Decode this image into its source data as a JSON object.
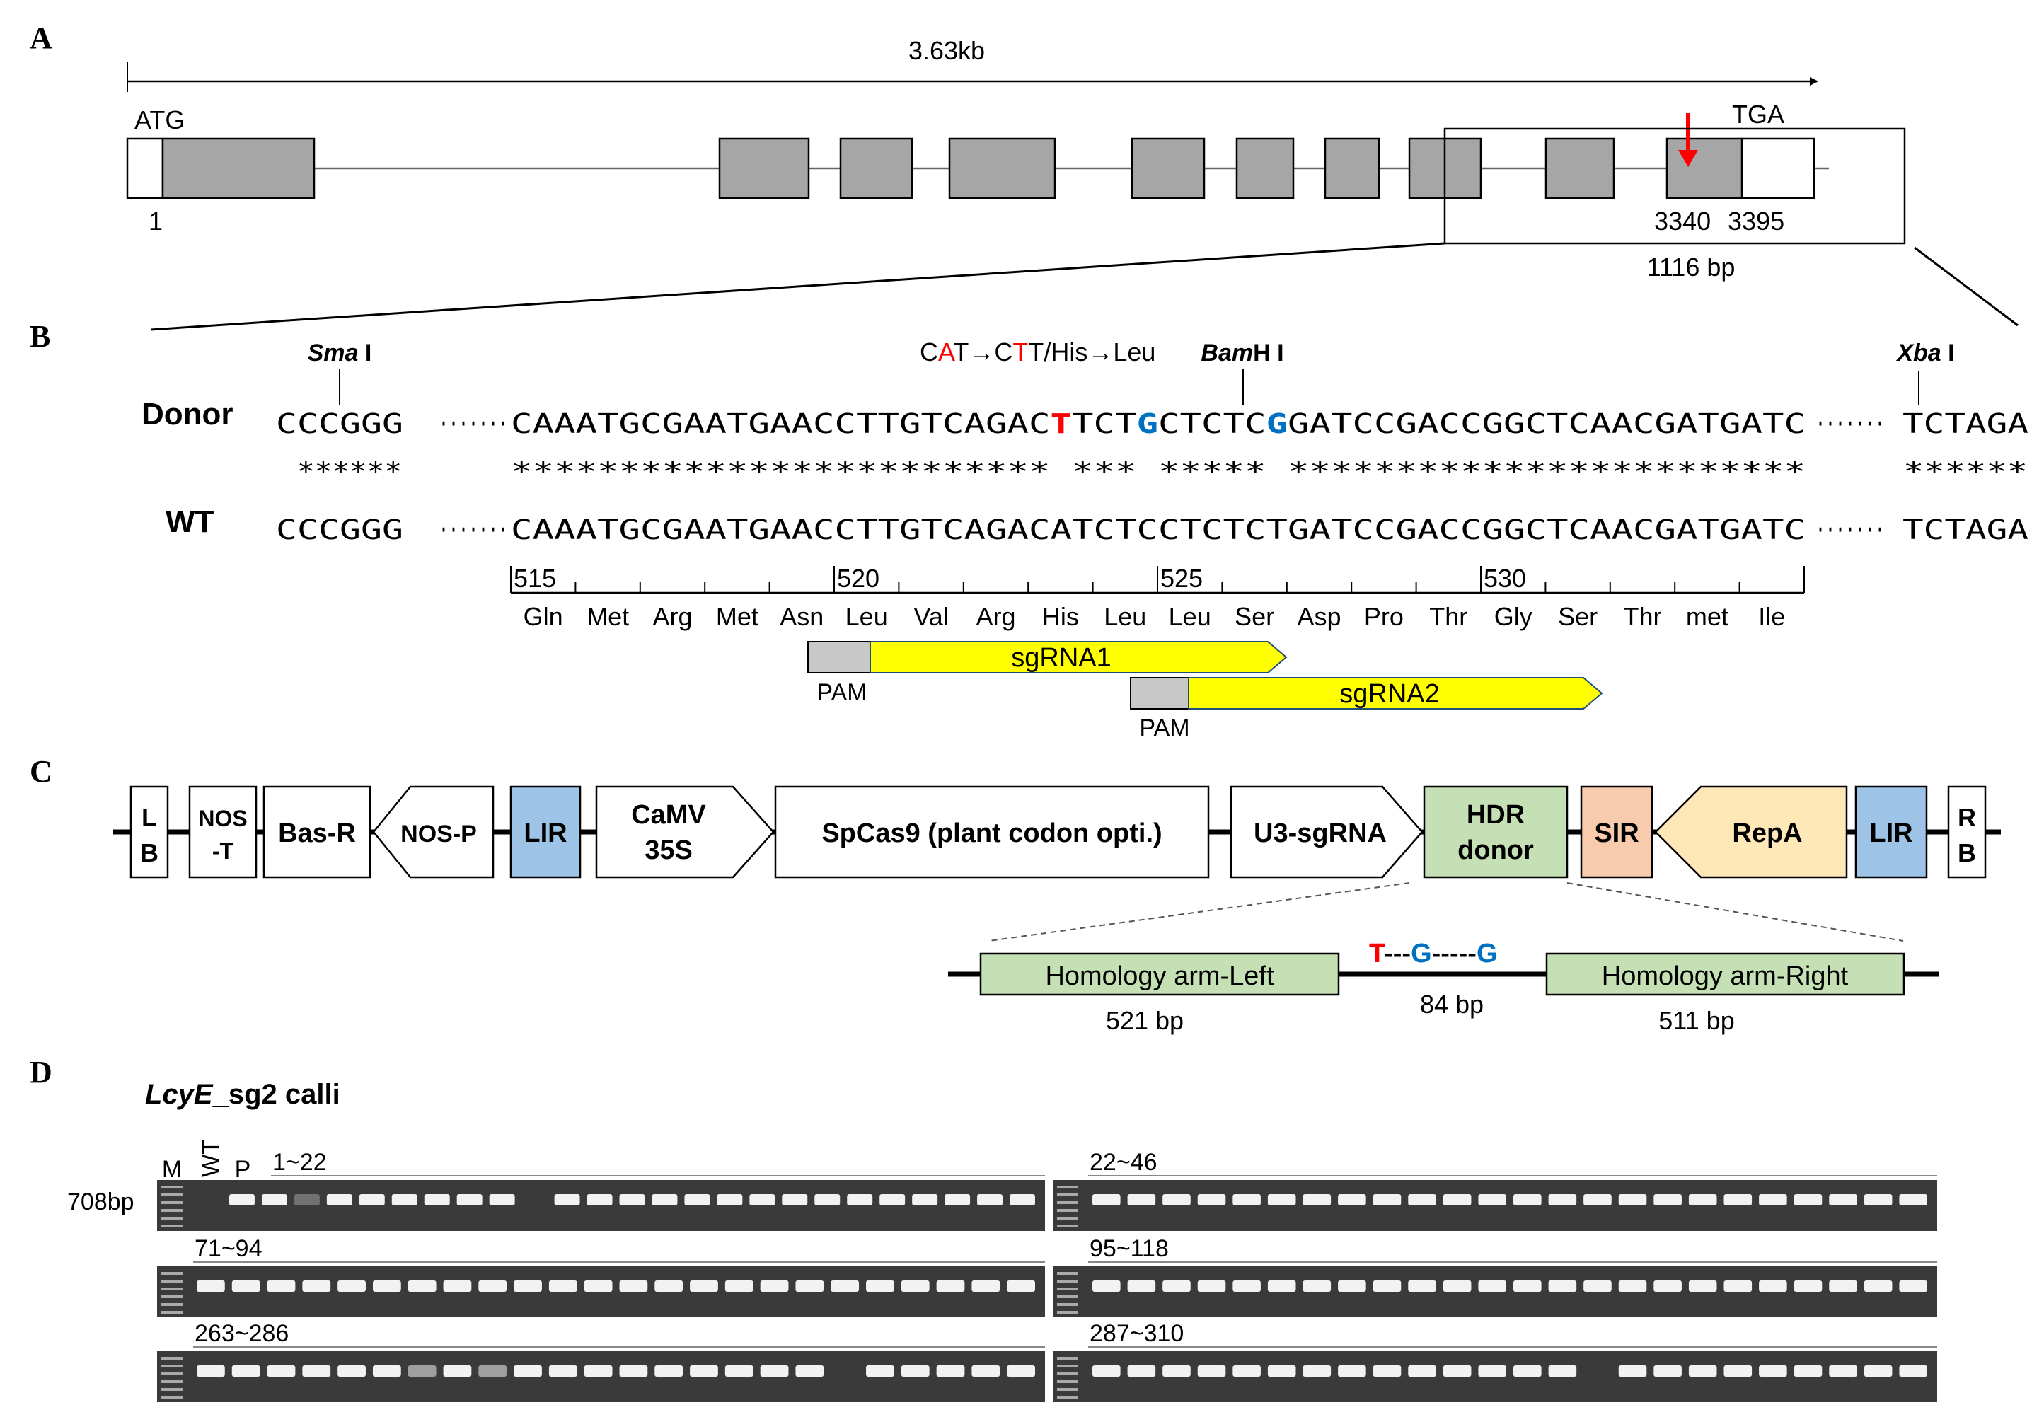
{
  "panels": {
    "a": "A",
    "b": "B",
    "c": "C",
    "d": "D"
  },
  "panel_a": {
    "length_label": "3.63kb",
    "start_codon": "ATG",
    "stop_codon": "TGA",
    "pos_start": "1",
    "pos_3340": "3340",
    "pos_3395": "3395",
    "region_size": "1116 bp"
  },
  "panel_b": {
    "sma": {
      "italic": "Sma",
      "roman": " I"
    },
    "bam": {
      "italic": "Bam",
      "roman": "H I"
    },
    "xba": {
      "italic": "Xba",
      "roman": " I"
    },
    "mutation": {
      "p1": "C",
      "p2": "A",
      "p3": "T",
      "arrow1": "→",
      "p4": "C",
      "p5": "T",
      "p6": "T",
      "p7": "/His",
      "arrow2": "→",
      "p8": "Leu"
    },
    "donor_label": "Donor",
    "wt_label": "WT",
    "sma_site": "CCCGGG",
    "xba_site": "TCTAGA",
    "dots": "·······",
    "stars_short": "******",
    "donor_seq": [
      {
        "t": "CAAATGCGAATGAACCTTGTCAGAC",
        "c": "n"
      },
      {
        "t": "T",
        "c": "r"
      },
      {
        "t": "TCT",
        "c": "n"
      },
      {
        "t": "G",
        "c": "b"
      },
      {
        "t": "CTCTC",
        "c": "n"
      },
      {
        "t": "G",
        "c": "b"
      },
      {
        "t": "GATCCGACCGGCTCAACGATGATC",
        "c": "n"
      }
    ],
    "stars_main": "************************* *** ***** ************************",
    "wt_seq": "CAAATGCGAATGAACCTTGTCAGACATCTCCTCTCTGATCCGACCGGCTCAACGATGATC",
    "ruler_labels": [
      "515",
      "520",
      "525",
      "530"
    ],
    "amino_acids": [
      "Gln",
      "Met",
      "Arg",
      "Met",
      "Asn",
      "Leu",
      "Val",
      "Arg",
      "His",
      "Leu",
      "Leu",
      "Ser",
      "Asp",
      "Pro",
      "Thr",
      "Gly",
      "Ser",
      "Thr",
      "met",
      "Ile"
    ],
    "sgrna1": "sgRNA1",
    "sgrna2": "sgRNA2",
    "pam": "PAM"
  },
  "panel_c": {
    "lb": [
      "L",
      "B"
    ],
    "nos_t": [
      "NOS",
      "-T"
    ],
    "bas_r": "Bas-R",
    "nos_p": "NOS-P",
    "lir": "LIR",
    "camv": [
      "CaMV",
      "35S"
    ],
    "spcas9": "SpCas9 (plant codon opti.)",
    "u3": "U3-sgRNA",
    "hdr": [
      "HDR",
      "donor"
    ],
    "sir": "SIR",
    "repa": "RepA",
    "rb": [
      "R",
      "B"
    ],
    "arm_left": "Homology arm-Left",
    "arm_right": "Homology arm-Right",
    "left_size": "521 bp",
    "mid_size": "84 bp",
    "right_size": "511 bp",
    "edit": [
      {
        "t": "T",
        "c": "r"
      },
      {
        "t": "---",
        "c": "n"
      },
      {
        "t": "G",
        "c": "b"
      },
      {
        "t": "-----",
        "c": "n"
      },
      {
        "t": "G",
        "c": "b"
      }
    ]
  },
  "panel_d": {
    "title_italic": "LcyE",
    "title_rest": "_sg2 calli",
    "marker": "M",
    "wt": "WT",
    "p": "P",
    "size": "708bp",
    "groups": [
      "1~22",
      "22~46",
      "71~94",
      "95~118",
      "263~286",
      "287~310"
    ]
  },
  "colors": {
    "exon": "#a6a6a6",
    "red": "#ff0000",
    "blue": "#0070c0",
    "yellow": "#ffff00",
    "lir": "#9dc3e6",
    "hdr": "#c5e0b4",
    "sir": "#f8cbad",
    "repa": "#ffe8b8",
    "gel": "#3a3a3a"
  }
}
